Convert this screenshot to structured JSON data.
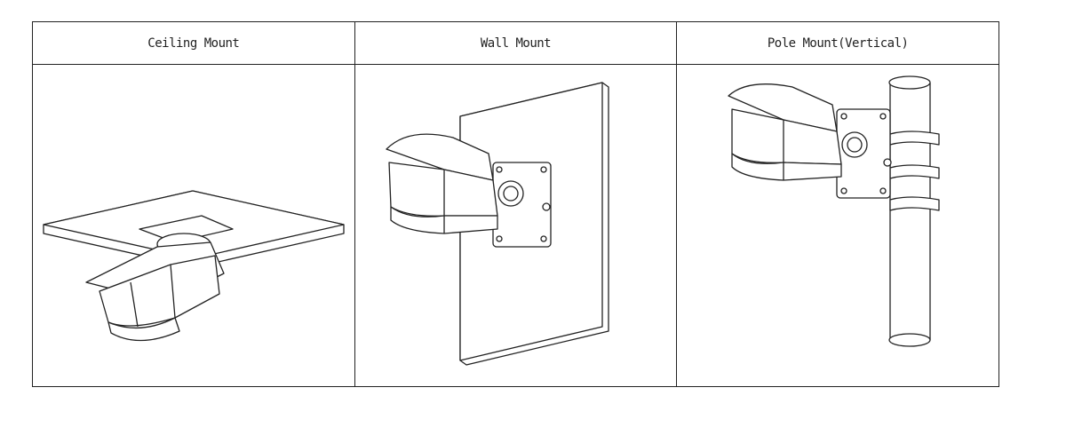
{
  "table": {
    "headers": [
      "Ceiling Mount",
      "Wall Mount",
      "Pole Mount(Vertical)"
    ]
  }
}
